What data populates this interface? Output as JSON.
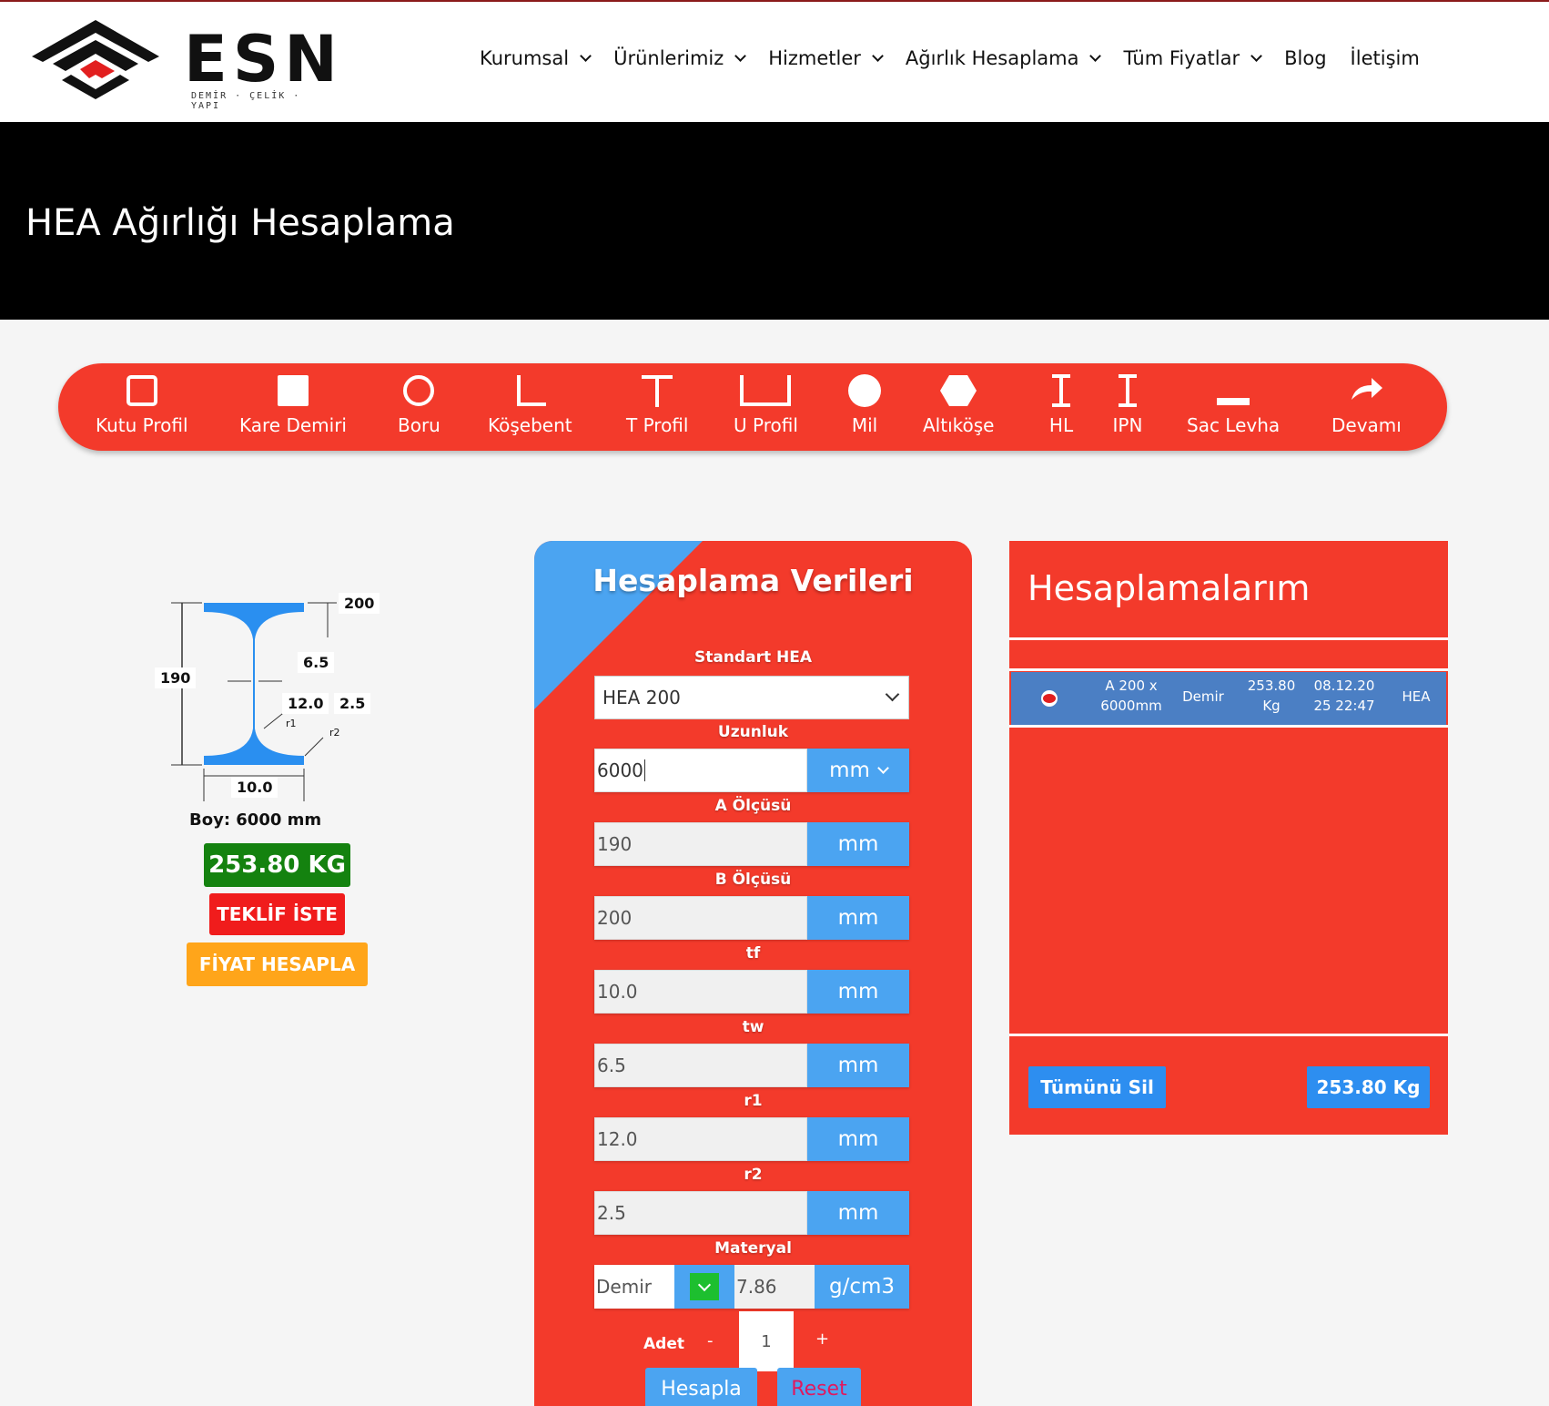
{
  "header": {
    "logo_text": "ESN",
    "logo_sub": "DEMİR · ÇELİK · YAPI",
    "nav": [
      {
        "label": "Kurumsal",
        "dropdown": true
      },
      {
        "label": "Ürünlerimiz",
        "dropdown": true
      },
      {
        "label": "Hizmetler",
        "dropdown": true
      },
      {
        "label": "Ağırlık Hesaplama",
        "dropdown": true
      },
      {
        "label": "Tüm Fiyatlar",
        "dropdown": true
      },
      {
        "label": "Blog",
        "dropdown": false
      },
      {
        "label": "İletişim",
        "dropdown": false
      }
    ]
  },
  "banner": {
    "title": "HEA Ağırlığı Hesaplama"
  },
  "shapes": [
    {
      "label": "Kutu Profil",
      "icon": "square-outline-icon"
    },
    {
      "label": "Kare Demiri",
      "icon": "square-filled-icon"
    },
    {
      "label": "Boru",
      "icon": "circle-outline-icon"
    },
    {
      "label": "Köşebent",
      "icon": "angle-l-icon"
    },
    {
      "label": "T Profil",
      "icon": "t-profile-icon"
    },
    {
      "label": "U Profil",
      "icon": "u-profile-icon"
    },
    {
      "label": "Mil",
      "icon": "circle-filled-icon"
    },
    {
      "label": "Altıköşe",
      "icon": "hexagon-icon"
    },
    {
      "label": "HL",
      "icon": "i-beam-icon"
    },
    {
      "label": "IPN",
      "icon": "i-beam-icon"
    },
    {
      "label": "Sac Levha",
      "icon": "plate-icon"
    },
    {
      "label": "Devamı",
      "icon": "share-arrow-icon"
    }
  ],
  "diagram": {
    "b": "200",
    "tw": "6.5",
    "h": "190",
    "r1": "12.0",
    "r2": "2.5",
    "tf": "10.0",
    "r1_label": "r1",
    "r2_label": "r2",
    "boy": "Boy: 6000 mm",
    "colors": {
      "beam": "#2a8ff0"
    }
  },
  "result": {
    "weight": "253.80 KG",
    "teklif": "TEKLİF İSTE",
    "fiyat": "FİYAT HESAPLA"
  },
  "form": {
    "title": "Hesaplama Verileri",
    "standard_label": "Standart HEA",
    "standard_value": "HEA 200",
    "fields": [
      {
        "label": "Uzunluk",
        "value": "6000",
        "unit": "mm",
        "unit_dropdown": true
      },
      {
        "label": "A Ölçüsü",
        "value": "190",
        "unit": "mm"
      },
      {
        "label": "B Ölçüsü",
        "value": "200",
        "unit": "mm"
      },
      {
        "label": "tf",
        "value": "10.0",
        "unit": "mm"
      },
      {
        "label": "tw",
        "value": "6.5",
        "unit": "mm"
      },
      {
        "label": "r1",
        "value": "12.0",
        "unit": "mm"
      },
      {
        "label": "r2",
        "value": "2.5",
        "unit": "mm"
      }
    ],
    "material_label": "Materyal",
    "material_name": "Demir",
    "material_density": "7.86",
    "material_unit": "g/cm3",
    "adet_label": "Adet",
    "adet_minus": "-",
    "adet_value": "1",
    "adet_plus": "+",
    "hesapla": "Hesapla",
    "reset": "Reset"
  },
  "history": {
    "title": "Hesaplamalarım",
    "row": {
      "size_line1": "A 200 x",
      "size_line2": "6000mm",
      "material": "Demir",
      "weight_line1": "253.80",
      "weight_line2": "Kg",
      "date_line1": "08.12.20",
      "date_line2": "25 22:47",
      "type": "HEA"
    },
    "delete_all": "Tümünü Sil",
    "total": "253.80 Kg"
  },
  "colors": {
    "accent_red": "#f33a2b",
    "accent_blue": "#4ba4f1",
    "green": "#14820f",
    "orange": "#ffa51a"
  }
}
